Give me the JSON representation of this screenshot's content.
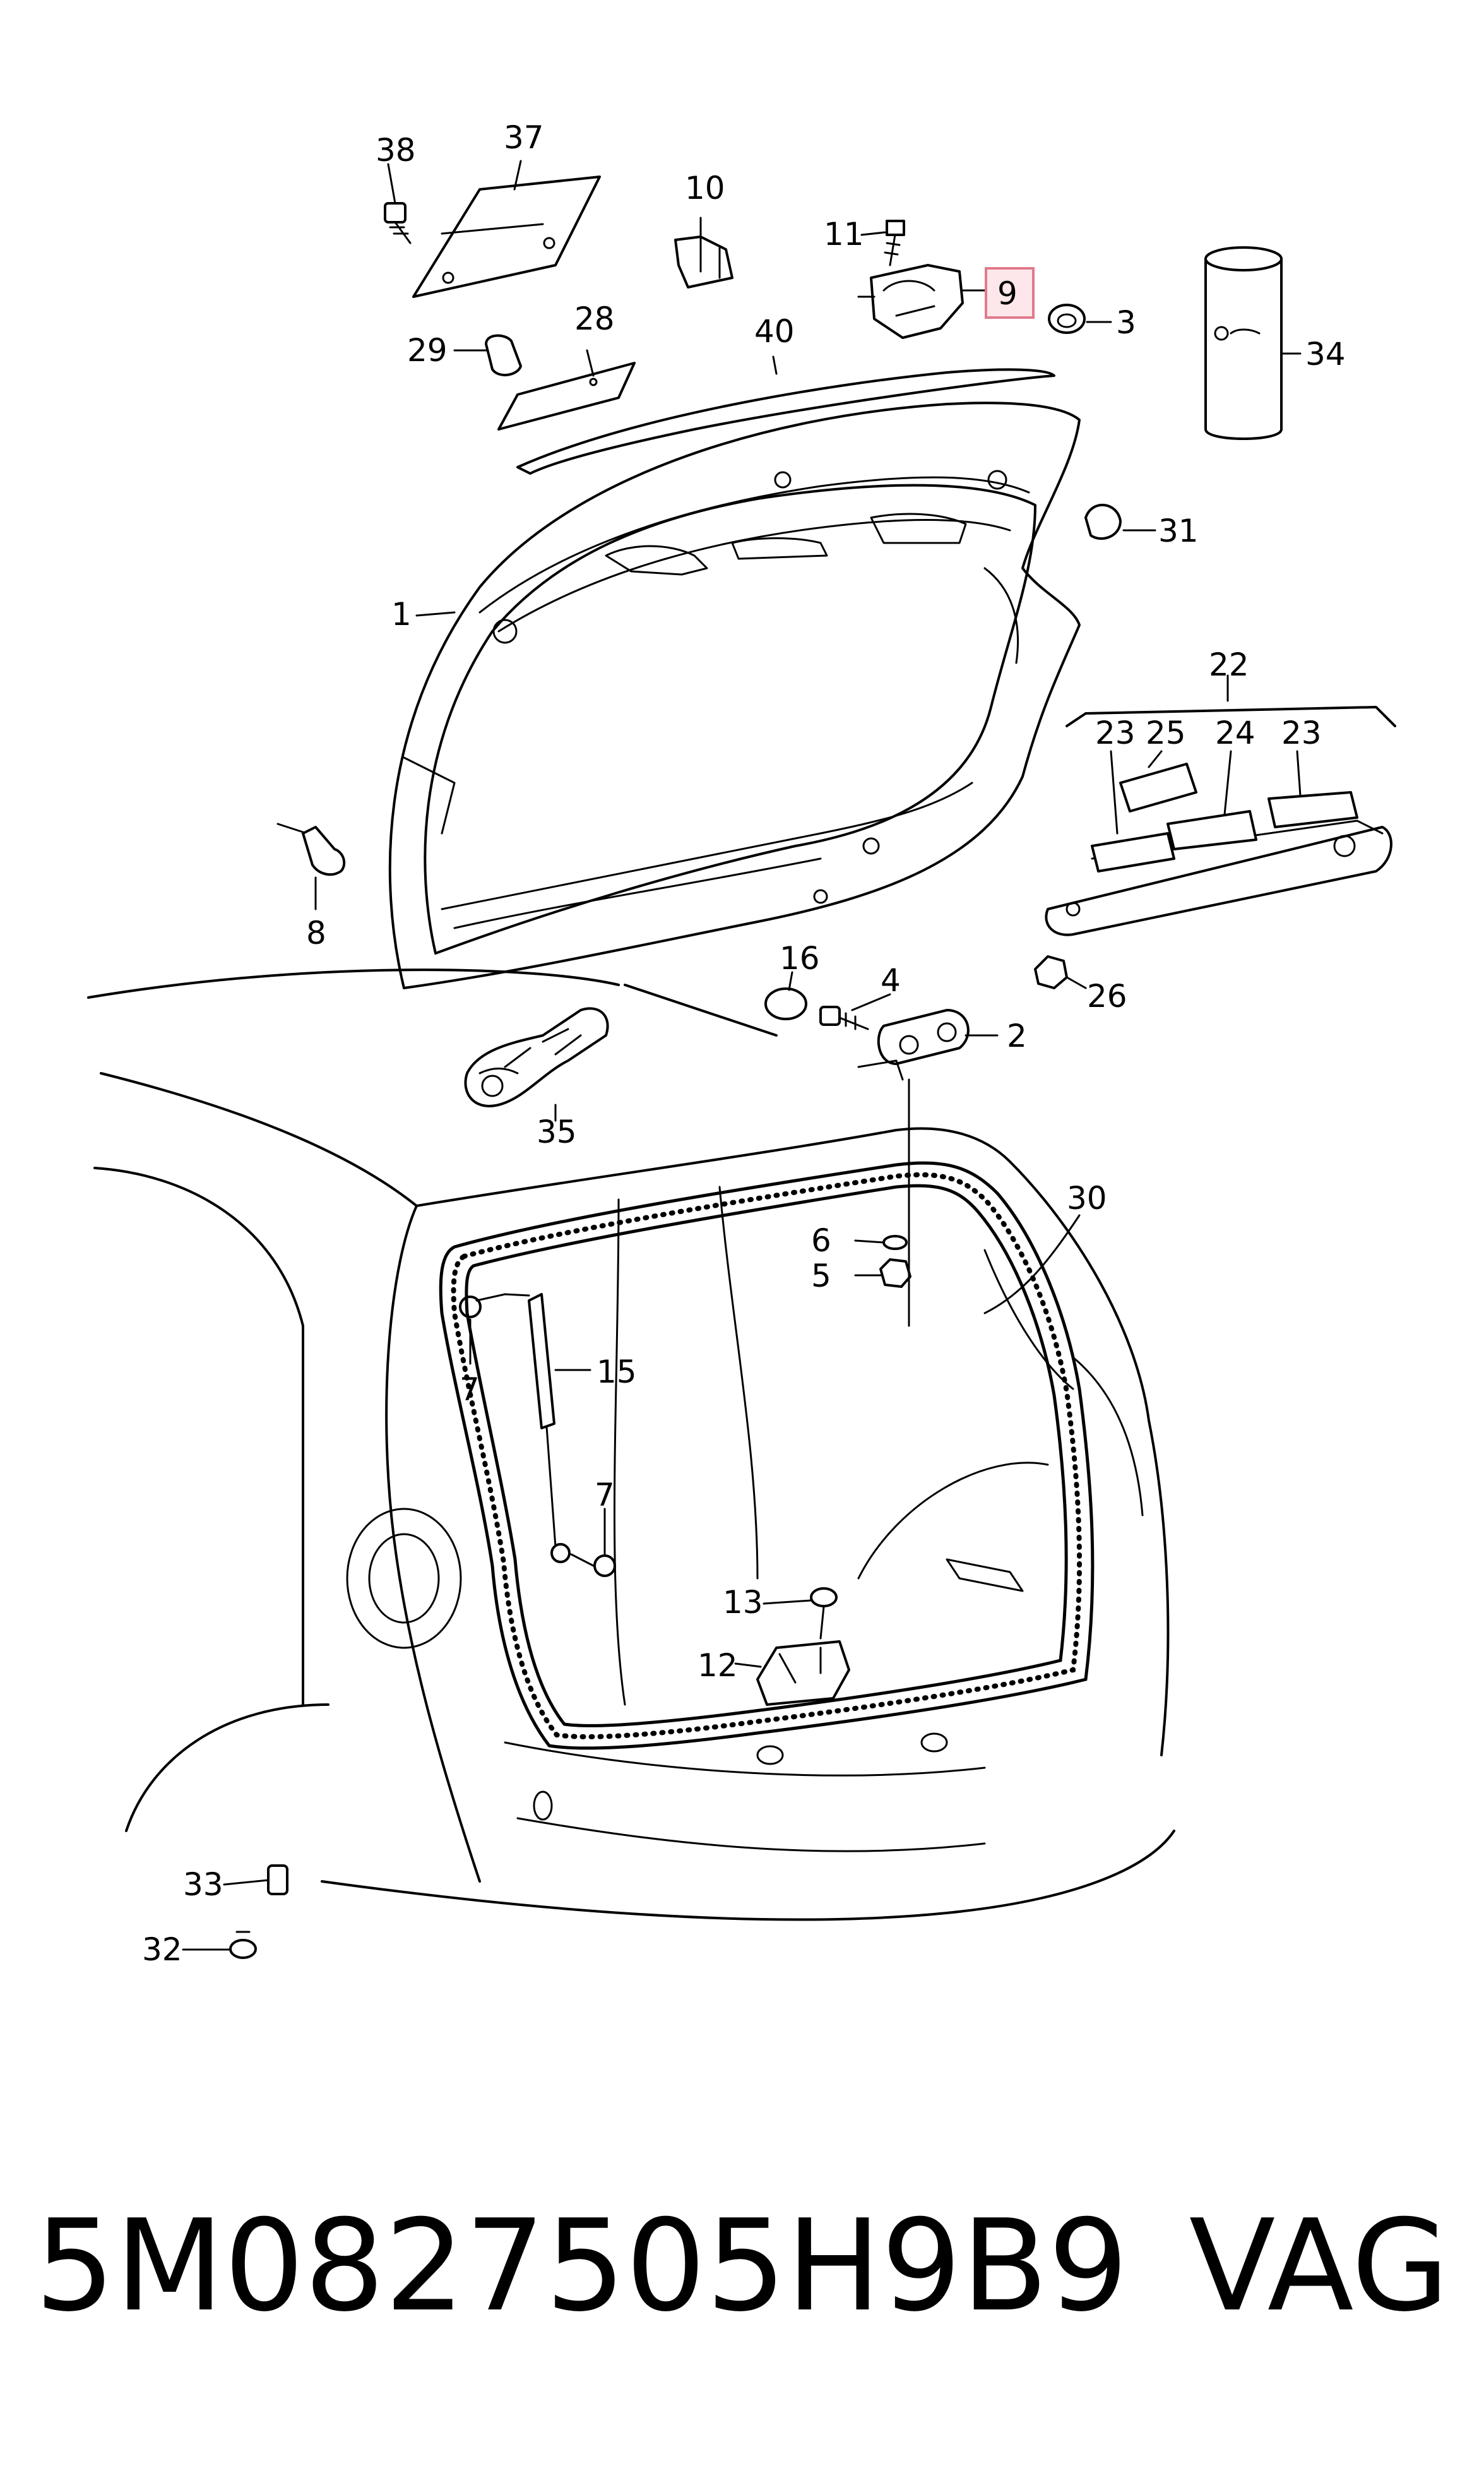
{
  "callouts": {
    "c1": "1",
    "c2": "2",
    "c3": "3",
    "c4": "4",
    "c5": "5",
    "c6": "6",
    "c7a": "7",
    "c7b": "7",
    "c8": "8",
    "c9": "9",
    "c10": "10",
    "c11": "11",
    "c12": "12",
    "c13": "13",
    "c15": "15",
    "c16": "16",
    "c22": "22",
    "c23a": "23",
    "c23b": "23",
    "c24": "24",
    "c25": "25",
    "c26": "26",
    "c28": "28",
    "c29": "29",
    "c30": "30",
    "c31": "31",
    "c32": "32",
    "c33": "33",
    "c34": "34",
    "c35": "35",
    "c37": "37",
    "c38": "38",
    "c40": "40"
  },
  "footer": {
    "part_number": "5M0827505H9B9",
    "brand": "VAG"
  },
  "colors": {
    "highlight_fill": "#fde7ea",
    "highlight_stroke": "#e17a8c"
  }
}
